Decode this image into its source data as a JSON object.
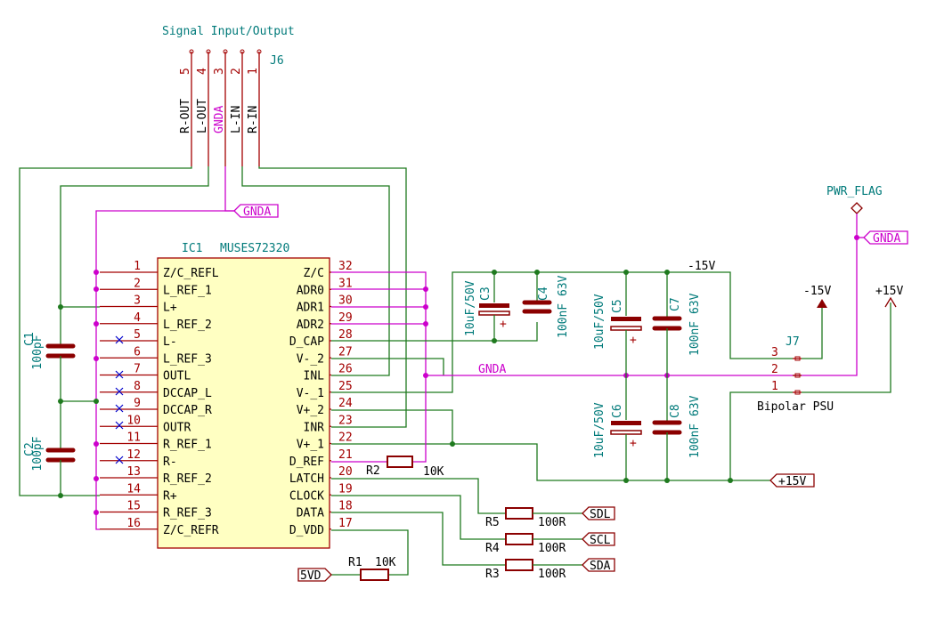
{
  "connector_j6": {
    "title": "Signal Input/Output",
    "ref": "J6",
    "pin_numbers": [
      "5",
      "4",
      "3",
      "2",
      "1"
    ],
    "signals": [
      "R-OUT",
      "L-OUT",
      "GNDA",
      "L-IN",
      "R-IN"
    ]
  },
  "ic1": {
    "ref": "IC1",
    "value": "MUSES72320",
    "left_pins": [
      {
        "num": "1",
        "name": "Z/C_REFL"
      },
      {
        "num": "2",
        "name": "L_REF_1"
      },
      {
        "num": "3",
        "name": "L+"
      },
      {
        "num": "4",
        "name": "L_REF_2"
      },
      {
        "num": "5",
        "name": "L-"
      },
      {
        "num": "6",
        "name": "L_REF_3"
      },
      {
        "num": "7",
        "name": "OUTL"
      },
      {
        "num": "8",
        "name": "DCCAP_L"
      },
      {
        "num": "9",
        "name": "DCCAP_R"
      },
      {
        "num": "10",
        "name": "OUTR"
      },
      {
        "num": "11",
        "name": "R_REF_1"
      },
      {
        "num": "12",
        "name": "R-"
      },
      {
        "num": "13",
        "name": "R_REF_2"
      },
      {
        "num": "14",
        "name": "R+"
      },
      {
        "num": "15",
        "name": "R_REF_3"
      },
      {
        "num": "16",
        "name": "Z/C_REFR"
      }
    ],
    "right_pins": [
      {
        "num": "32",
        "name": "Z/C"
      },
      {
        "num": "31",
        "name": "ADR0"
      },
      {
        "num": "30",
        "name": "ADR1"
      },
      {
        "num": "29",
        "name": "ADR2"
      },
      {
        "num": "28",
        "name": "D_CAP"
      },
      {
        "num": "27",
        "name": "V-_2"
      },
      {
        "num": "26",
        "name": "INL"
      },
      {
        "num": "25",
        "name": "V-_1"
      },
      {
        "num": "24",
        "name": "V+_2"
      },
      {
        "num": "23",
        "name": "INR"
      },
      {
        "num": "22",
        "name": "V+_1"
      },
      {
        "num": "21",
        "name": "D_REF"
      },
      {
        "num": "20",
        "name": "LATCH"
      },
      {
        "num": "19",
        "name": "CLOCK"
      },
      {
        "num": "18",
        "name": "DATA"
      },
      {
        "num": "17",
        "name": "D_VDD"
      }
    ]
  },
  "capacitors": {
    "c1": {
      "ref": "C1",
      "value": "100pF"
    },
    "c2": {
      "ref": "C2",
      "value": "100pF"
    },
    "c3": {
      "ref": "C3",
      "value": "10uF/50V"
    },
    "c4": {
      "ref": "C4",
      "value": "100nF 63V"
    },
    "c5": {
      "ref": "C5",
      "value": "10uF/50V"
    },
    "c6": {
      "ref": "C6",
      "value": "10uF/50V"
    },
    "c7": {
      "ref": "C7",
      "value": "100nF 63V"
    },
    "c8": {
      "ref": "C8",
      "value": "100nF 63V"
    }
  },
  "resistors": {
    "r1": {
      "ref": "R1",
      "value": "10K"
    },
    "r2": {
      "ref": "R2",
      "value": "10K"
    },
    "r3": {
      "ref": "R3",
      "value": "100R"
    },
    "r4": {
      "ref": "R4",
      "value": "100R"
    },
    "r5": {
      "ref": "R5",
      "value": "100R"
    }
  },
  "labels": {
    "gnda": "GNDA",
    "gnda_net": "GNDA",
    "neg15_net": "-15V",
    "neg15_power": "-15V",
    "pos15_power": "+15V",
    "pos15_label": "+15V",
    "pwr_flag": "PWR_FLAG",
    "sdl": "SDL",
    "scl": "SCL",
    "sda": "SDA",
    "v5d": "5VD"
  },
  "connector_j7": {
    "ref": "J7",
    "name": "Bipolar PSU",
    "pins": [
      "3",
      "2",
      "1"
    ]
  },
  "colors": {
    "wire": "#1f7a1f",
    "gnda_wire": "#cc00cc",
    "component": "#8b0000",
    "value_text": "#007a7a",
    "ic_body": "#ffffc2"
  }
}
